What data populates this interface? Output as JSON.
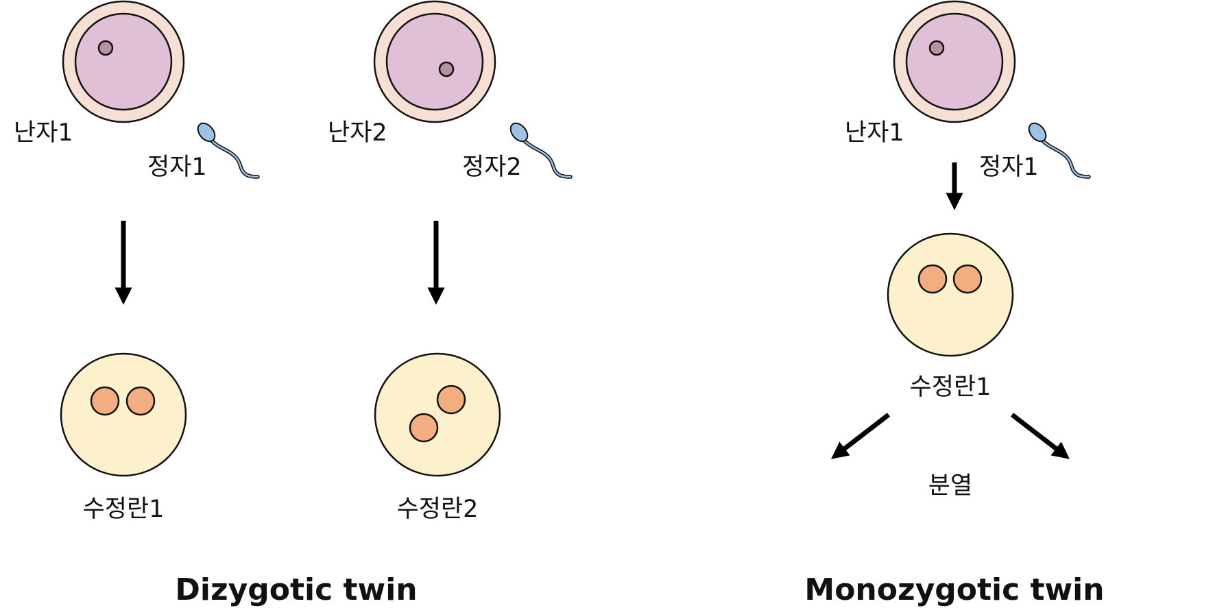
{
  "colors": {
    "egg_shell": "#F6E0D4",
    "egg_cytoplasm": "#E0C0D6",
    "egg_nucleus": "#B8929E",
    "sperm": "#9EC2E6",
    "zygote": "#FDF0CD",
    "pronucleus": "#F2AD80",
    "stroke": "#111111"
  },
  "icons": {
    "egg": "egg-cell-icon",
    "sperm": "sperm-icon",
    "zygote": "zygote-icon",
    "arrow": "arrow-icon"
  },
  "dizygotic": {
    "caption": "Dizygotic twin",
    "pair1": {
      "egg_label": "난자1",
      "sperm_label": "정자1",
      "zygote_label": "수정란1"
    },
    "pair2": {
      "egg_label": "난자2",
      "sperm_label": "정자2",
      "zygote_label": "수정란2"
    }
  },
  "monozygotic": {
    "caption": "Monozygotic twin",
    "egg_label": "난자1",
    "sperm_label": "정자1",
    "zygote_label": "수정란1",
    "split_label": "분열"
  }
}
